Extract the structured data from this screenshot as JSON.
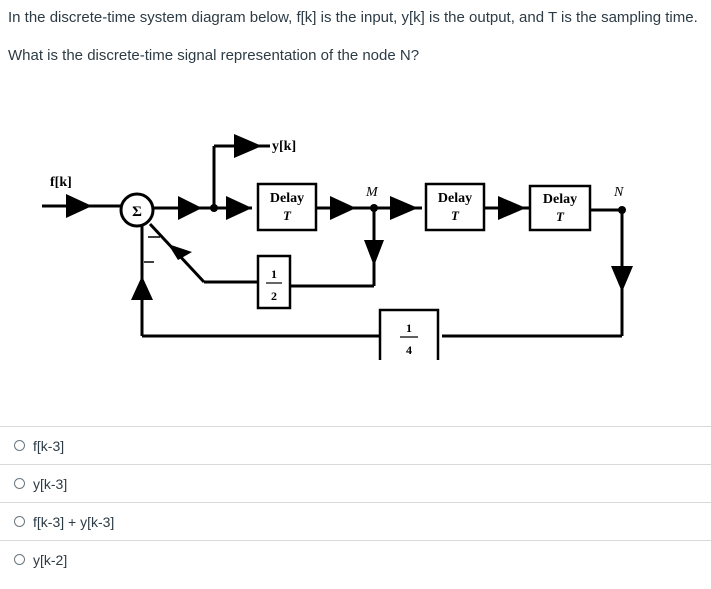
{
  "question": {
    "line1": "In the discrete-time system diagram below, f[k] is the input, y[k] is the output, and T is the sampling time.",
    "line2": "What is the discrete-time signal representation of the node N?"
  },
  "diagram": {
    "input_label": "f[k]",
    "output_label": "y[k]",
    "sum_symbol": "Σ",
    "delay_label": "Delay",
    "delay_T": "T",
    "node_M": "M",
    "node_N": "N",
    "gain1_num": "1",
    "gain1_den": "2",
    "gain2_num": "1",
    "gain2_den": "4"
  },
  "options": [
    {
      "label": "f[k-3]"
    },
    {
      "label": "y[k-3]"
    },
    {
      "label": "f[k-3] + y[k-3]"
    },
    {
      "label": "y[k-2]"
    }
  ]
}
